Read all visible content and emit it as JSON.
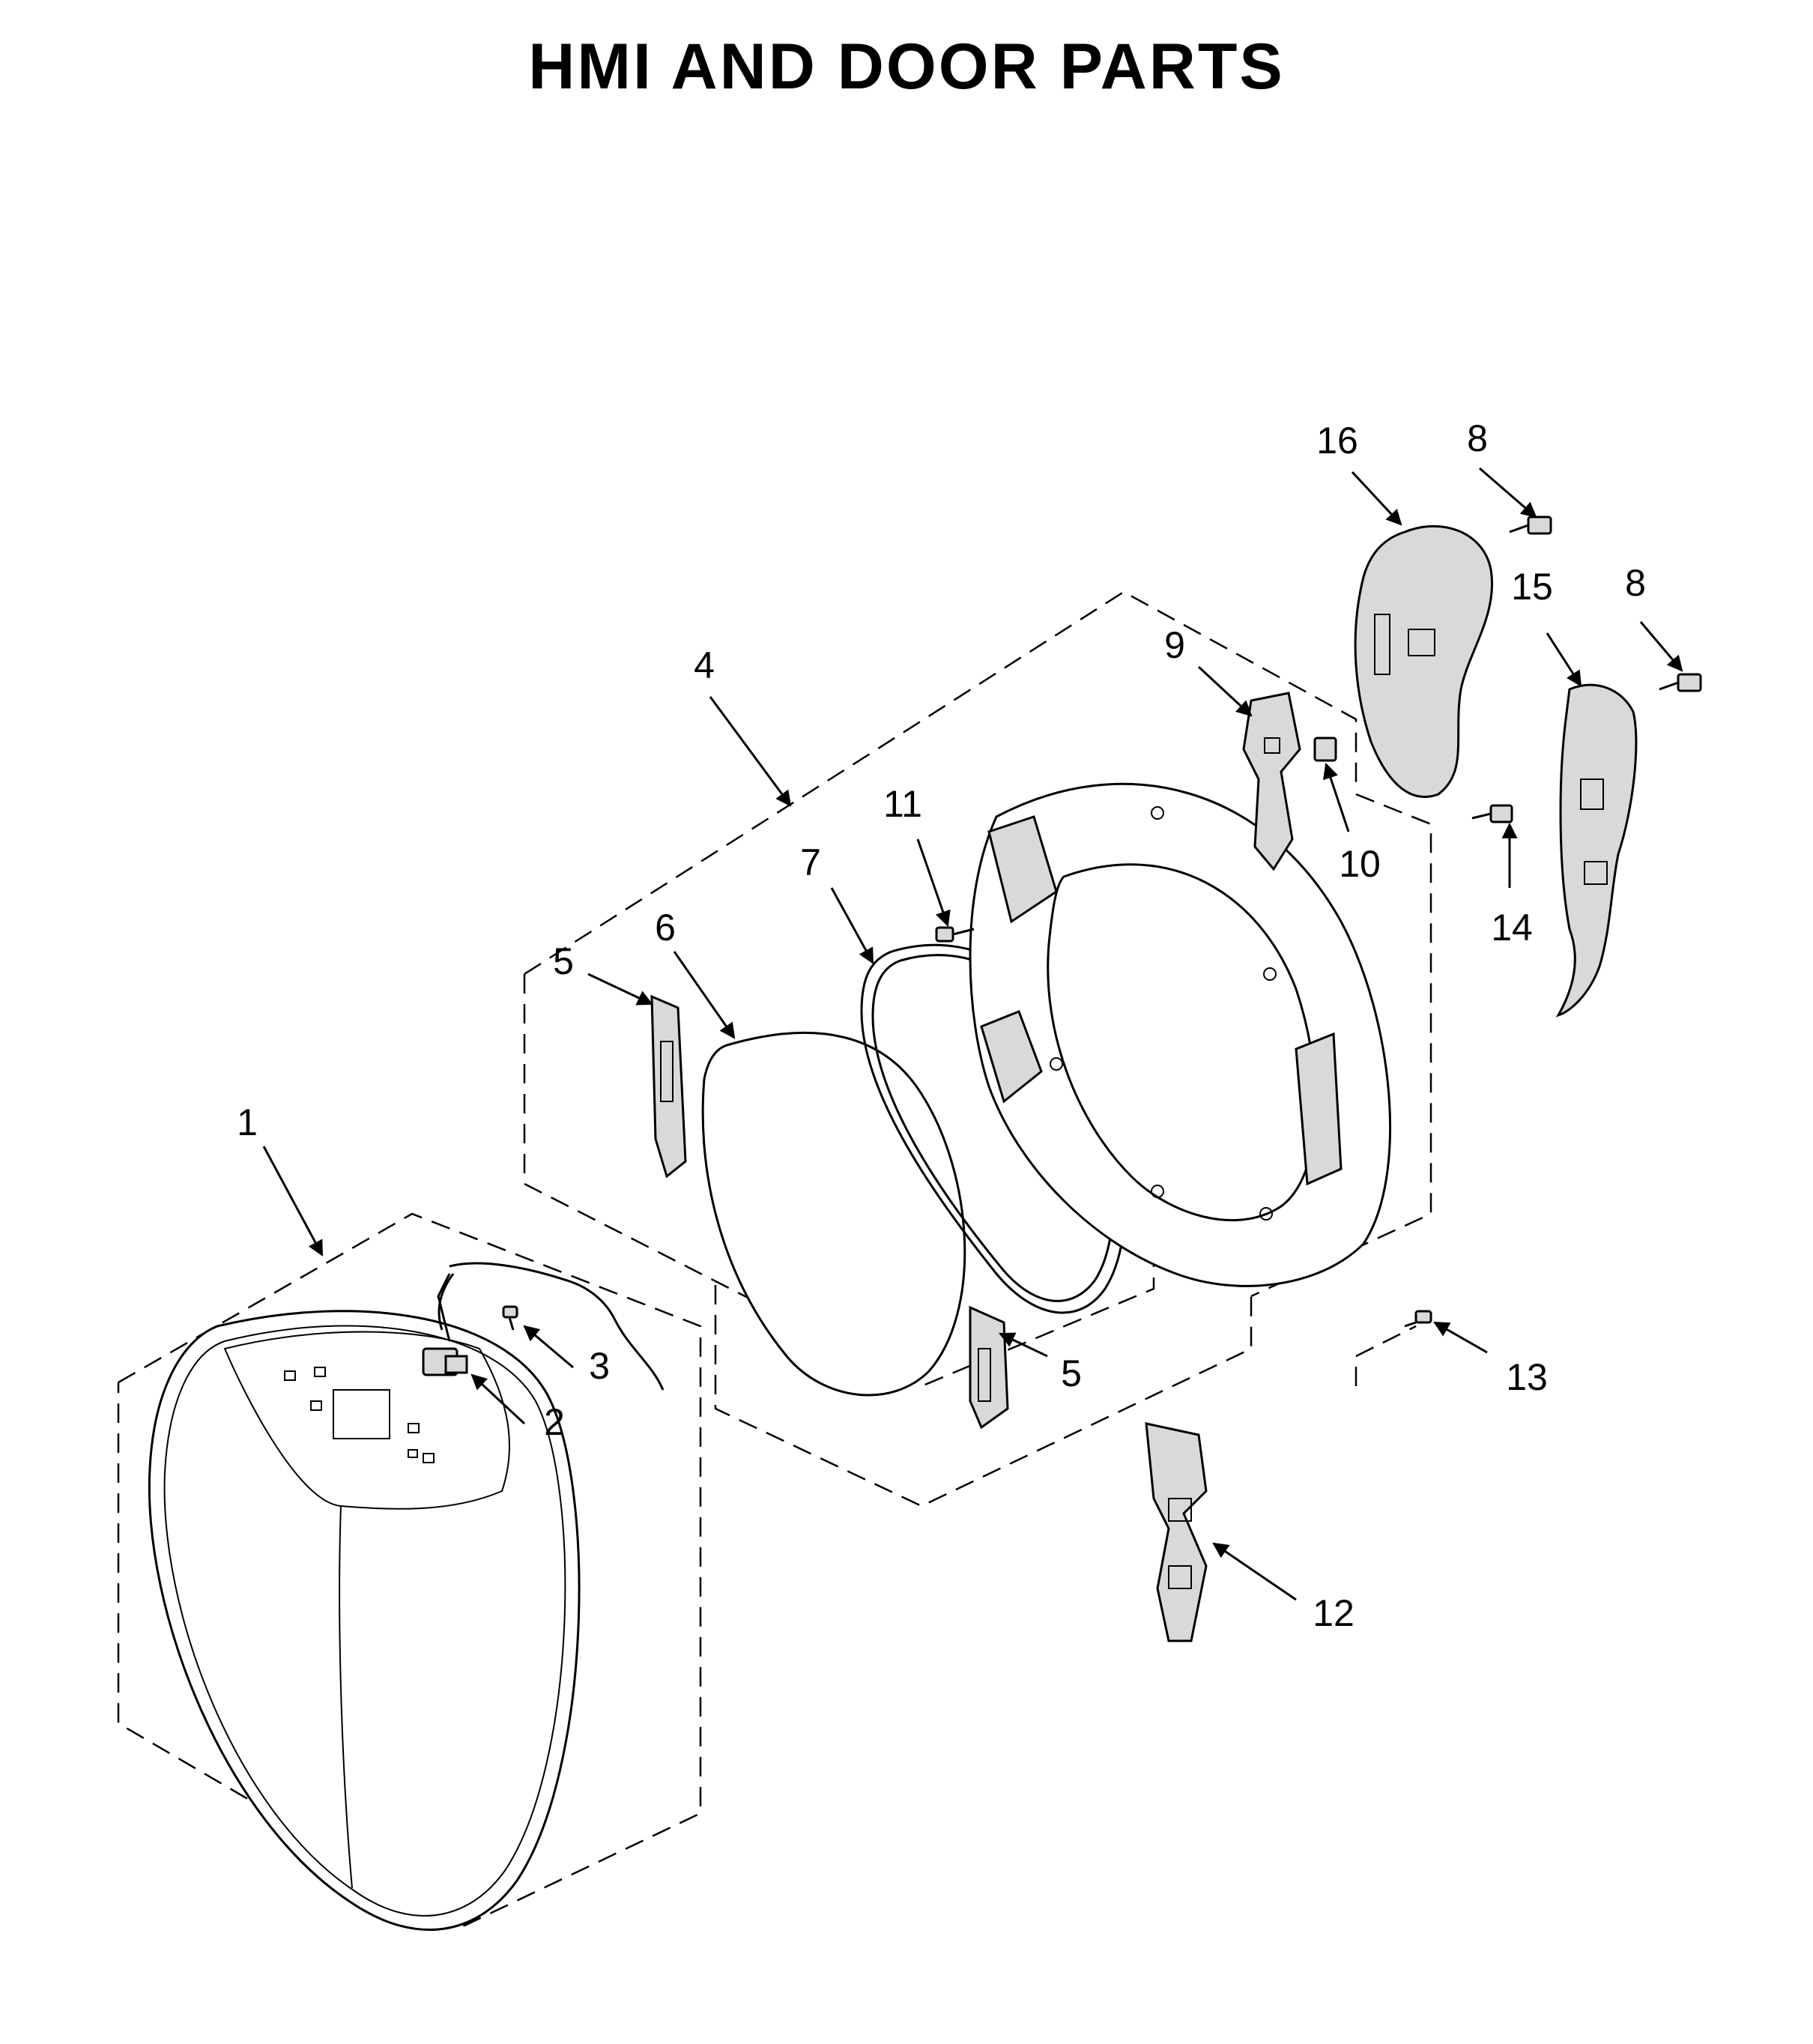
{
  "title": "HMI AND DOOR PARTS",
  "callouts": [
    {
      "id": "1",
      "label": "1"
    },
    {
      "id": "2",
      "label": "2"
    },
    {
      "id": "3",
      "label": "3"
    },
    {
      "id": "4",
      "label": "4"
    },
    {
      "id": "5a",
      "label": "5"
    },
    {
      "id": "5b",
      "label": "5"
    },
    {
      "id": "6",
      "label": "6"
    },
    {
      "id": "7",
      "label": "7"
    },
    {
      "id": "8a",
      "label": "8"
    },
    {
      "id": "8b",
      "label": "8"
    },
    {
      "id": "9",
      "label": "9"
    },
    {
      "id": "10",
      "label": "10"
    },
    {
      "id": "11",
      "label": "11"
    },
    {
      "id": "12",
      "label": "12"
    },
    {
      "id": "13",
      "label": "13"
    },
    {
      "id": "14",
      "label": "14"
    },
    {
      "id": "15",
      "label": "15"
    },
    {
      "id": "16",
      "label": "16"
    }
  ]
}
